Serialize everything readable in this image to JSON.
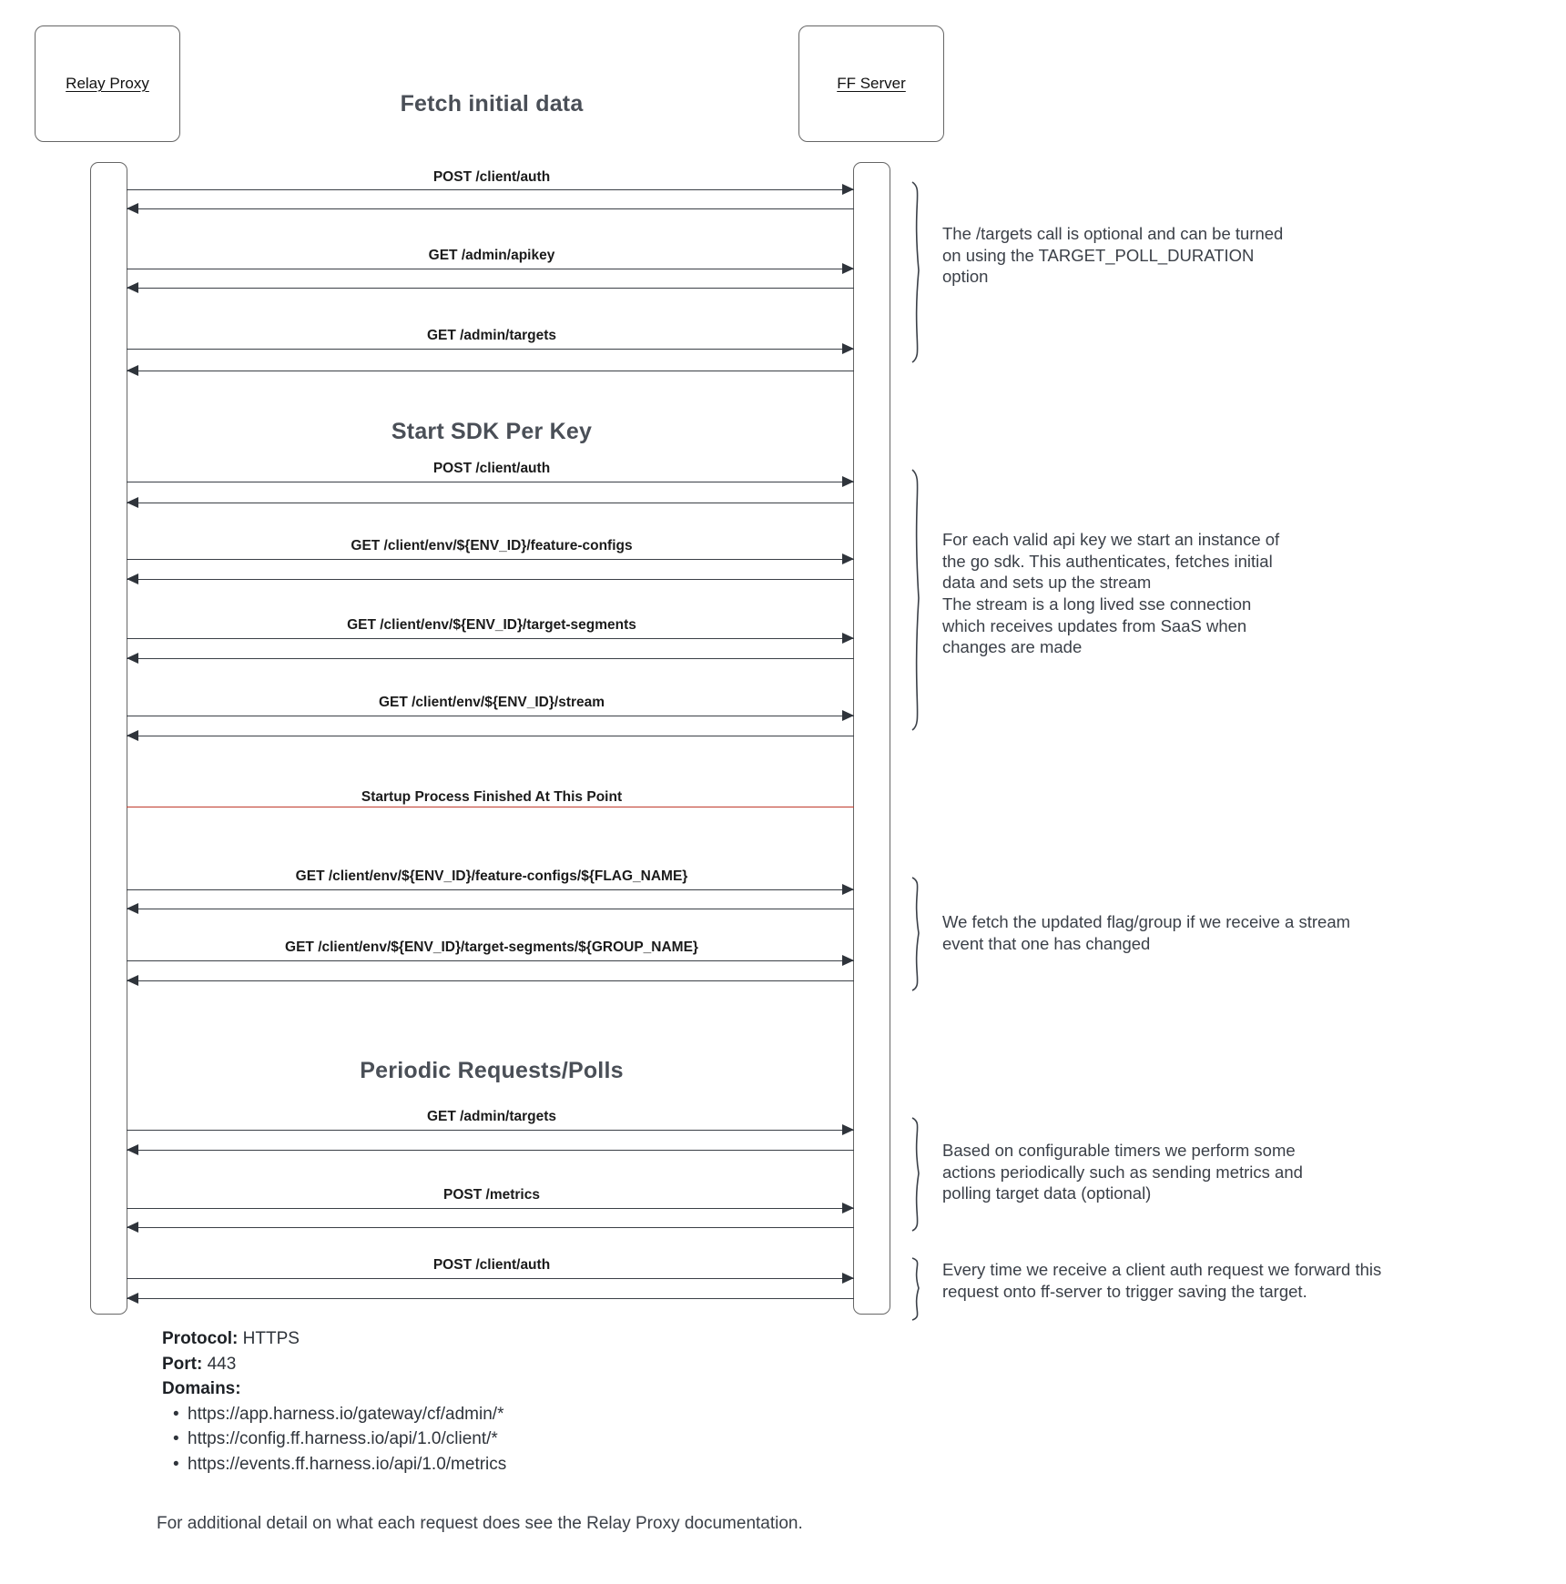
{
  "diagram": {
    "actors": [
      {
        "name": "Relay Proxy"
      },
      {
        "name": "FF Server"
      }
    ],
    "sections": [
      {
        "title": "Fetch initial data"
      },
      {
        "title": "Start SDK Per Key"
      },
      {
        "title": "Periodic Requests/Polls"
      }
    ],
    "messages": [
      {
        "label": "POST /client/auth"
      },
      {
        "label": "GET /admin/apikey"
      },
      {
        "label": "GET /admin/targets"
      },
      {
        "label": "POST /client/auth"
      },
      {
        "label": "GET /client/env/${ENV_ID}/feature-configs"
      },
      {
        "label": "GET /client/env/${ENV_ID}/target-segments"
      },
      {
        "label": "GET /client/env/${ENV_ID}/stream"
      },
      {
        "label": "GET /client/env/${ENV_ID}/feature-configs/${FLAG_NAME}"
      },
      {
        "label": "GET /client/env/${ENV_ID}/target-segments/${GROUP_NAME}"
      },
      {
        "label": "GET /admin/targets"
      },
      {
        "label": "POST /metrics"
      },
      {
        "label": "POST /client/auth"
      }
    ],
    "divider": {
      "label": "Startup Process Finished At This Point",
      "color": "#c0392b"
    },
    "notes": [
      {
        "line1": "The /targets call is optional and can be turned",
        "line2": "on using the TARGET_POLL_DURATION",
        "line3": "option"
      },
      {
        "line1": "For each valid api key we start an instance of",
        "line2": "the go sdk. This authenticates, fetches initial",
        "line3": "data and sets up the stream",
        "line4": "The stream is a long lived sse connection",
        "line5": "which receives updates from SaaS when",
        "line6": "changes are made"
      },
      {
        "line1": "We fetch the updated flag/group if we receive a stream",
        "line2": "event that one has changed"
      },
      {
        "line1": "Based on configurable timers we perform some",
        "line2": "actions periodically such as sending metrics and",
        "line3": "polling target data (optional)"
      },
      {
        "line1": "Every time we receive a client auth request we forward this",
        "line2": "request onto ff-server to trigger saving the target."
      }
    ],
    "footer": {
      "protocol_key": "Protocol:",
      "protocol_value": "HTTPS",
      "port_key": "Port:",
      "port_value": "443",
      "domains_key": "Domains:",
      "domains": [
        "https://app.harness.io/gateway/cf/admin/*",
        "https://config.ff.harness.io/api/1.0/client/*",
        "https://events.ff.harness.io/api/1.0/metrics"
      ]
    },
    "footnote": "For additional detail on what each request does see the Relay Proxy documentation."
  }
}
